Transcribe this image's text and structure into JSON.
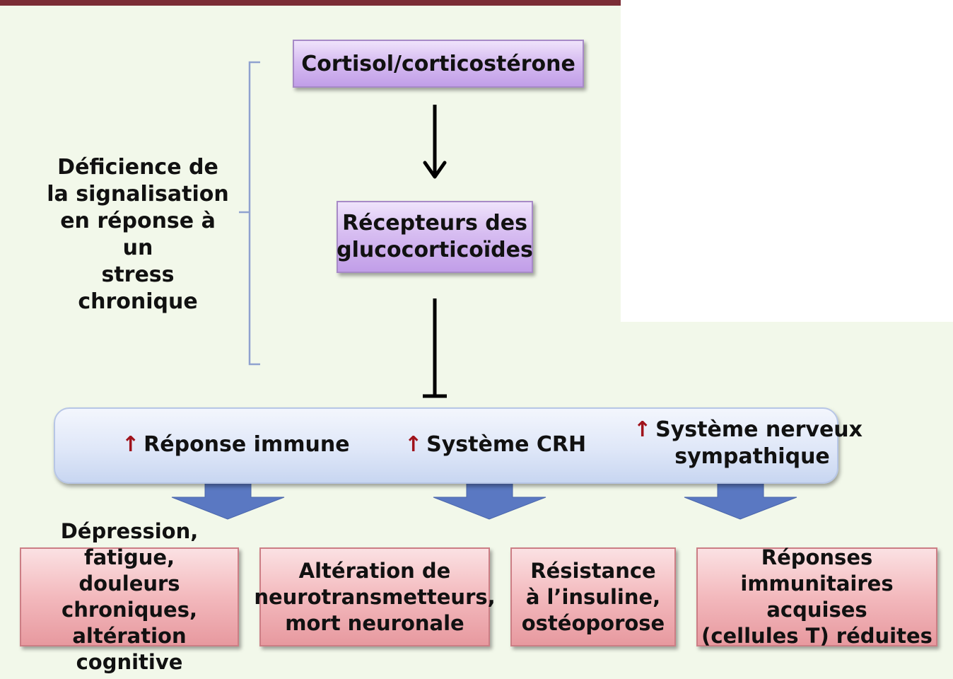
{
  "top_box": "Cortisol/corticostérone",
  "receptor_box": {
    "line1": "Récepteurs des",
    "line2": "glucocorticoïdes"
  },
  "side_label": {
    "lines": [
      "Déficience de",
      "la signalisation",
      "en réponse à un",
      "stress chronique"
    ]
  },
  "band": {
    "up_symbol": "↑",
    "items": [
      {
        "lines": [
          "Réponse immune"
        ]
      },
      {
        "lines": [
          "Système CRH"
        ]
      },
      {
        "lines": [
          "Système nerveux",
          "sympathique"
        ]
      }
    ]
  },
  "outcomes": [
    {
      "lines": [
        "Dépression, fatigue,",
        "douleurs chroniques,",
        "altération cognitive"
      ]
    },
    {
      "lines": [
        "Altération de",
        "neurotransmetteurs,",
        "mort neuronale"
      ]
    },
    {
      "lines": [
        "Résistance",
        "à l’insuline,",
        "ostéoporose"
      ]
    },
    {
      "lines": [
        "Réponses",
        "immunitaires acquises",
        "(cellules T) réduites"
      ]
    }
  ],
  "colors": {
    "background": "#f2f8ea",
    "top_bar": "#7b2d35",
    "purple_box": "#d7bdf1",
    "band": "#dfe7f8",
    "pink_box": "#f3b9bd",
    "blue_arrow": "#5a78c2",
    "up_arrow": "#a0131c"
  },
  "icons": [
    "down-arrow-icon",
    "inhibition-arrow-icon",
    "up-arrow-icon",
    "block-arrow-down-icon",
    "bracket-icon"
  ]
}
